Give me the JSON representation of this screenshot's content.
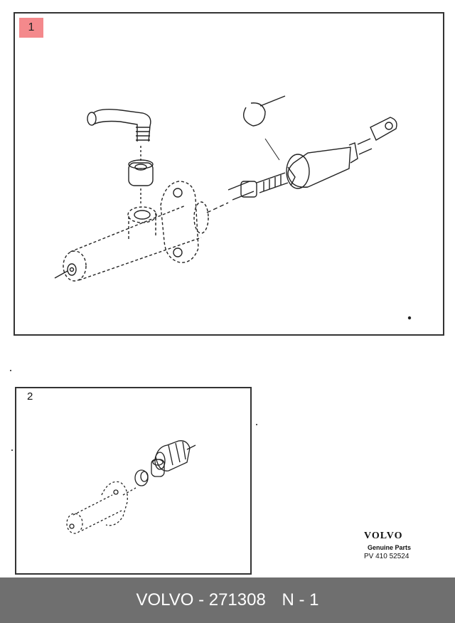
{
  "panels": [
    {
      "label": "1"
    },
    {
      "label": "2"
    }
  ],
  "brand": {
    "name": "VOLVO",
    "subtitle": "Genuine Parts",
    "code": "PV 410 52524"
  },
  "footer": {
    "part": "VOLVO - 271308",
    "quantity": "N - 1"
  },
  "colors": {
    "label_highlight": "#f4898c",
    "footer_bg": "#6f6f6f"
  }
}
